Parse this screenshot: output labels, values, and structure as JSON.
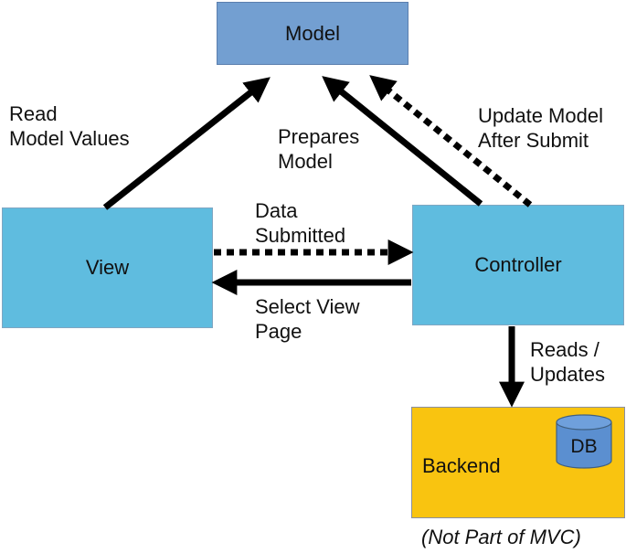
{
  "boxes": {
    "model": "Model",
    "view": "View",
    "controller": "Controller",
    "backend": "Backend",
    "db": "DB"
  },
  "labels": {
    "read_line1": "Read",
    "read_line2": "Model Values",
    "prepares_line1": "Prepares",
    "prepares_line2": "Model",
    "update_line1": "Update Model",
    "update_line2": "After Submit",
    "data_line1": "Data",
    "data_line2": "Submitted",
    "select_line1": "Select View",
    "select_line2": "Page",
    "reads_line1": "Reads /",
    "reads_line2": "Updates",
    "not_mvc": "(Not Part of MVC)"
  },
  "colors": {
    "model_fill": "#739fd1",
    "component_fill": "#5fbcdf",
    "backend_fill": "#f9c410",
    "db_fill": "#5b8fd0",
    "arrow": "#000000"
  }
}
